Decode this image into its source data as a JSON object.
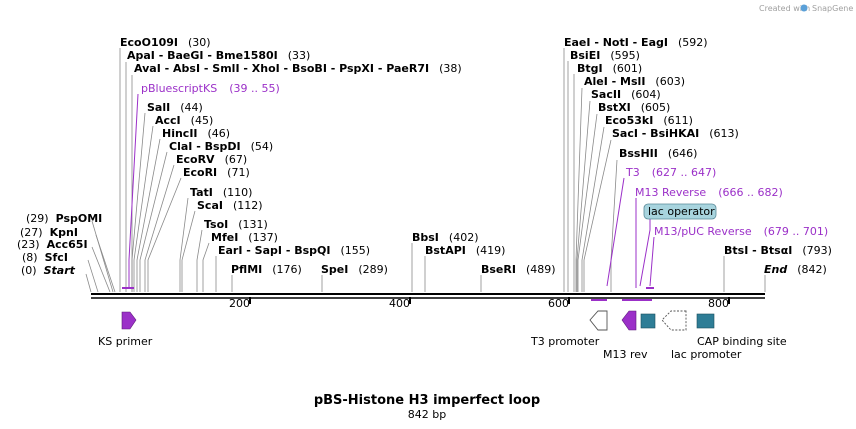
{
  "credit": {
    "text": "Created with",
    "brand": "SnapGene"
  },
  "map": {
    "title": "pBS-Histone H3 imperfect loop",
    "length_label": "842 bp",
    "length": 842,
    "ticks": [
      "200",
      "400",
      "600",
      "800"
    ]
  },
  "sites": [
    {
      "name": "EcoO109I",
      "pos": "(30)"
    },
    {
      "name": "ApaI - BaeGI - Bme1580I",
      "pos": "(33)"
    },
    {
      "name": "AvaI - AbsI - SmlI - XhoI - BsoBI - PspXI - PaeR7I",
      "pos": "(38)"
    },
    {
      "name": "pBluescriptKS",
      "pos": "(39 .. 55)"
    },
    {
      "name": "SalI",
      "pos": "(44)"
    },
    {
      "name": "AccI",
      "pos": "(45)"
    },
    {
      "name": "HincII",
      "pos": "(46)"
    },
    {
      "name": "ClaI - BspDI",
      "pos": "(54)"
    },
    {
      "name": "EcoRV",
      "pos": "(67)"
    },
    {
      "name": "EcoRI",
      "pos": "(71)"
    },
    {
      "name": "TatI",
      "pos": "(110)"
    },
    {
      "name": "ScaI",
      "pos": "(112)"
    },
    {
      "name": "TsoI",
      "pos": "(131)"
    },
    {
      "name": "MfeI",
      "pos": "(137)"
    },
    {
      "name": "EarI - SapI - BspQI",
      "pos": "(155)"
    },
    {
      "name": "PflMI",
      "pos": "(176)"
    },
    {
      "name": "SpeI",
      "pos": "(289)"
    },
    {
      "name": "BbsI",
      "pos": "(402)"
    },
    {
      "name": "BstAPI",
      "pos": "(419)"
    },
    {
      "name": "BseRI",
      "pos": "(489)"
    },
    {
      "name": "PspOMI",
      "pos": "(29)"
    },
    {
      "name": "KpnI",
      "pos": "(27)"
    },
    {
      "name": "Acc65I",
      "pos": "(23)"
    },
    {
      "name": "SfcI",
      "pos": "(8)"
    },
    {
      "name": "Start",
      "pos": "(0)"
    },
    {
      "name": "EaeI - NotI - EagI",
      "pos": "(592)"
    },
    {
      "name": "BsiEI",
      "pos": "(595)"
    },
    {
      "name": "BtgI",
      "pos": "(601)"
    },
    {
      "name": "AleI - MslI",
      "pos": "(603)"
    },
    {
      "name": "SacII",
      "pos": "(604)"
    },
    {
      "name": "BstXI",
      "pos": "(605)"
    },
    {
      "name": "Eco53kI",
      "pos": "(611)"
    },
    {
      "name": "SacI - BsiHKAI",
      "pos": "(613)"
    },
    {
      "name": "BssHII",
      "pos": "(646)"
    },
    {
      "name": "T3",
      "pos": "(627 .. 647)"
    },
    {
      "name": "M13 Reverse",
      "pos": "(666 .. 682)"
    },
    {
      "name": "lac operator",
      "pos": ""
    },
    {
      "name": "M13/pUC Reverse",
      "pos": "(679 .. 701)"
    },
    {
      "name": "BtsI - BtsαI",
      "pos": "(793)"
    },
    {
      "name": "End",
      "pos": "(842)"
    }
  ],
  "features": [
    {
      "name": "KS primer"
    },
    {
      "name": "T3 promoter"
    },
    {
      "name": "M13 rev"
    },
    {
      "name": "lac promoter"
    },
    {
      "name": "CAP binding site"
    }
  ],
  "colors": {
    "primer": "#9b30c8",
    "feature": "#2e7d96",
    "operator": "#a8d4de"
  }
}
